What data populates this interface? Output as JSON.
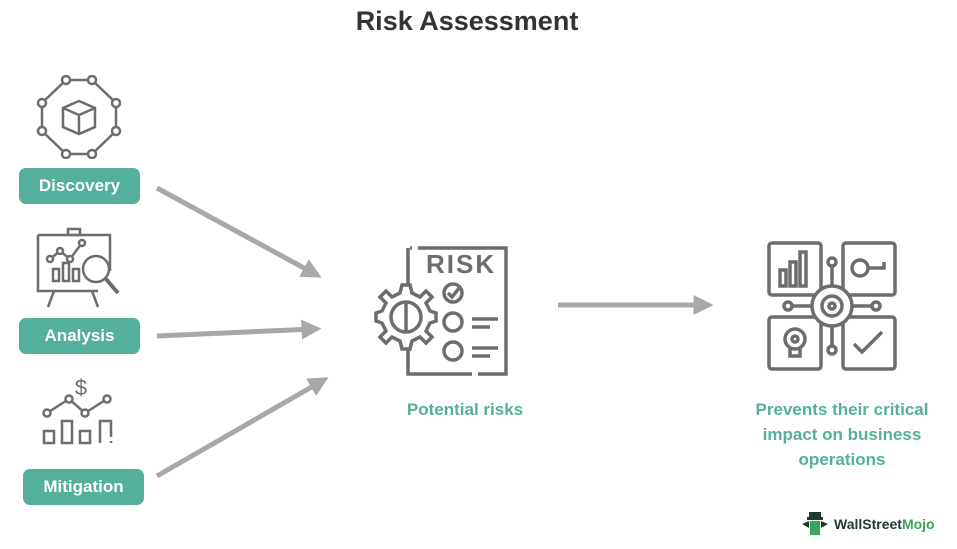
{
  "title": "Risk Assessment",
  "inputs": [
    {
      "label": "Discovery",
      "icon": "network-cube-icon"
    },
    {
      "label": "Analysis",
      "icon": "presentation-analysis-icon"
    },
    {
      "label": "Mitigation",
      "icon": "financial-chart-dollar-icon"
    }
  ],
  "center": {
    "label": "Potential risks",
    "icon": "risk-checklist-gear-icon"
  },
  "outcome": {
    "label_lines": [
      "Prevents their critical",
      "impact on business",
      "operations"
    ],
    "icon": "business-gear-quadrant-icon"
  },
  "logo": {
    "text_main": "WallStreet",
    "text_accent": "Mojo"
  },
  "colors": {
    "accent": "#55b09b",
    "icon_gray": "#6d6d6d",
    "arrow_gray": "#a8a8a8",
    "title": "#333333"
  }
}
